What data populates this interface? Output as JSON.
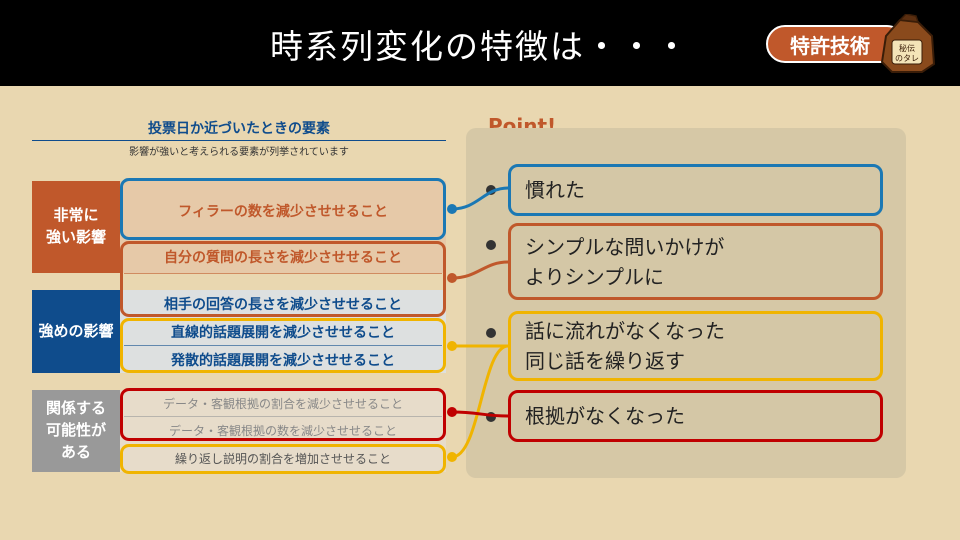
{
  "header": {
    "title": "時系列変化の特徴は・・・",
    "badge": "特許技術",
    "mascot_label": "秘伝のタレ"
  },
  "table": {
    "title": "投票日か近づいたときの要素",
    "subtitle": "影響が強いと考えられる要素が列挙されています",
    "groups": [
      "非常に\n強い影響",
      "強めの影響",
      "関係する\n可能性が\nある"
    ],
    "rows": [
      "フィラーの数を減少させせること",
      "自分の質問の長さを減少させせること",
      "相手の回答の長さを減少させせること",
      "直線的話題展開を減少させせること",
      "発散的話題展開を減少させせること",
      "データ・客観根拠の割合を減少させせること",
      "データ・客観根拠の数を減少させせること",
      "繰り返し説明の割合を増加させせること"
    ]
  },
  "point": {
    "label": "Point!",
    "items": [
      "慣れた",
      "シンプルな問いかけが\nよりシンプルに",
      "話に流れがなくなった\n同じ話を繰り返す",
      "根拠がなくなった"
    ]
  },
  "colors": {
    "blue": "#1b78b4",
    "orange": "#c0582b",
    "yellow": "#f0b400",
    "red": "#c00000",
    "navy": "#0f4c8c",
    "gray": "#999999"
  }
}
